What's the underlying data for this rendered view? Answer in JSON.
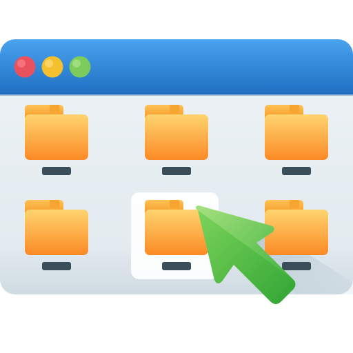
{
  "window": {
    "controls": [
      {
        "name": "close",
        "color": "#e8525f"
      },
      {
        "name": "minimize",
        "color": "#f5c02e"
      },
      {
        "name": "maximize",
        "color": "#7ccb5c"
      }
    ],
    "title_bar_color": "#2e86d6",
    "body_color": "#eaf1f5"
  },
  "folders": [
    {
      "icon": "folder-icon",
      "selected": false
    },
    {
      "icon": "folder-icon",
      "selected": false
    },
    {
      "icon": "folder-icon",
      "selected": false
    },
    {
      "icon": "folder-icon",
      "selected": false
    },
    {
      "icon": "folder-icon",
      "selected": true
    },
    {
      "icon": "folder-icon",
      "selected": false
    }
  ],
  "colors": {
    "folder_light": "#ffd86b",
    "folder_dark": "#fb8a25",
    "label_bar": "#3a4f59",
    "cursor_light": "#9ee07a",
    "cursor_dark": "#3cb53b"
  },
  "cursor": {
    "icon": "arrow-cursor-icon"
  }
}
